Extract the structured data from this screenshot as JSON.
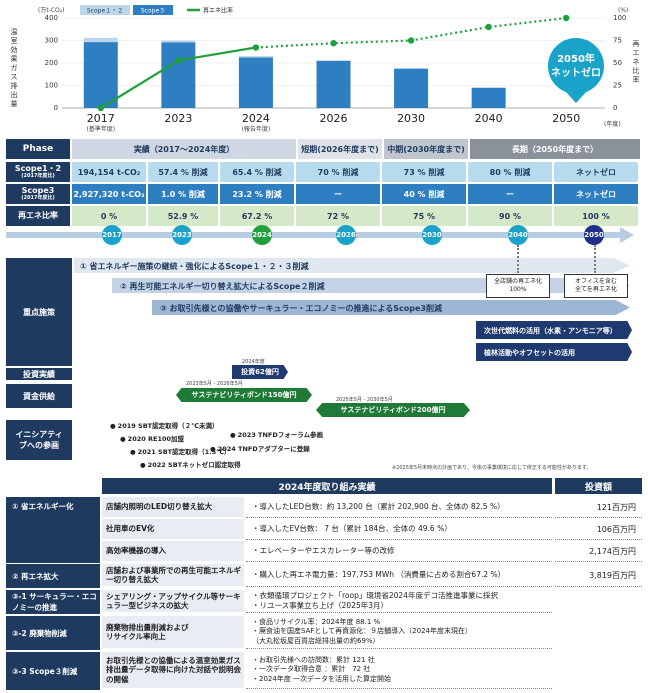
{
  "chart_data": {
    "type": "bar",
    "categories": [
      "2017",
      "2023",
      "2024",
      "2026",
      "2030",
      "2040",
      "2050"
    ],
    "category_sub": [
      "(基準年度)",
      "",
      "(報告年度)",
      "",
      "",
      "",
      ""
    ],
    "x_unit": "(年度)",
    "y_unit_left": "(万t-CO₂)",
    "y_unit_right": "(%)",
    "ylabel_left": "温室効果ガス排出量",
    "ylabel_right": "再エネ比率",
    "ylim": [
      0,
      400
    ],
    "y2lim": [
      0,
      100
    ],
    "yticks": [
      0,
      50,
      100,
      150,
      200,
      250,
      300,
      350,
      400
    ],
    "y2ticks": [
      0,
      25,
      50,
      75,
      100
    ],
    "series": [
      {
        "name": "Scope１・２",
        "values": [
          19,
          8,
          6,
          0,
          0,
          0,
          0
        ],
        "color": "#bcd7ec"
      },
      {
        "name": "Scope３",
        "values": [
          293,
          292,
          225,
          210,
          175,
          90,
          0
        ],
        "color": "#2e7fc1"
      }
    ],
    "line": {
      "name": "再エネ比率",
      "values": [
        0,
        52.9,
        67.2,
        72,
        75,
        90,
        100
      ],
      "color": "#1ea13b",
      "actual_until_index": 2
    },
    "badge": "2050年\nネットゼロ"
  },
  "table": {
    "phase_label": "Phase",
    "phase_actual": "実績（2017〜2024年度）",
    "phase_short": "短期(2026年度まで)",
    "phase_mid": "中期(2030年度まで)",
    "phase_long": "長期（2050年度まで）",
    "rows": [
      {
        "label": "Scope1・2",
        "sub": "(2017年度比)",
        "values": [
          "194,154 t-CO₂",
          "57.4 % 削減",
          "65.4 % 削減",
          "70 % 削減",
          "73 % 削減",
          "80 % 削減",
          "ネットゼロ"
        ]
      },
      {
        "label": "Scope3",
        "sub": "(2017年度比)",
        "values": [
          "2,927,320 t-CO₂",
          "1.0 % 削減",
          "23.2 % 削減",
          "ー",
          "40 % 削減",
          "ー",
          "ネットゼロ"
        ]
      },
      {
        "label": "再エネ比率",
        "sub": "",
        "values": [
          "0 %",
          "52.9 %",
          "67.2 %",
          "72 %",
          "75 %",
          "90 %",
          "100 %"
        ]
      }
    ]
  },
  "timeline": {
    "years": [
      "2017",
      "2023",
      "2024",
      "2026",
      "2030",
      "2040",
      "2050"
    ]
  },
  "measures": {
    "label": "重点施策",
    "bar1": "① 省エネルギー施策の継続・強化によるScope１・２・３削減",
    "bar2": "② 再生可能エネルギー切り替え拡大によるScope２削減",
    "bar3": "③ お取引先様との協働やサーキュラー・エコノミーの推進によるScope3削減",
    "box1": "全店舗の再エネ化\n100%",
    "box2": "オフィスを含む\n全てを再エネ化",
    "dark1": "次世代燃料の活用（水素・アンモニア等）",
    "dark2": "植林活動やオフセットの活用"
  },
  "investment": {
    "label": "投資実績",
    "year_note": "2024年度",
    "box": "投資62億円"
  },
  "funding": {
    "label": "資金供給",
    "bond1_period": "2023年5月 - 2026年5月",
    "bond1": "サステナビリティボンド150億円",
    "bond2_period": "2025年5月 - 2030年5月",
    "bond2": "サステナビリティボンド200億円"
  },
  "initiatives": {
    "label": "イニシアティブへの参画",
    "items": [
      "2019 SBT認定取得（２℃未満）",
      "2020 RE100加盟",
      "2021 SBT認定取得（1.5℃）",
      "2022 SBTネットゼロ認定取得",
      "2023 TNFDフォーラム参画",
      "2024 TNFDアダプターに登録"
    ],
    "footnote": "※2025年5月末時点の計画であり、今後の事業環境に応じて修正する可能性があります。"
  },
  "results": {
    "header": "2024年度取り組み実績",
    "amount_header": "投資額",
    "groups": [
      {
        "cat": "① 省エネルギー化",
        "items": [
          {
            "name": "店舗内照明のLED切り替え拡大",
            "desc": "・導入したLED台数：約 13,200 台（累計 202,900 台、全体の 82.5 %）",
            "amt": "121百万円"
          },
          {
            "name": "社用車のEV化",
            "desc": "・導入したEV台数： 7 台（累計 184台、全体の 49.6 %）",
            "amt": "106百万円"
          },
          {
            "name": "高効率機器の導入",
            "desc": "・エレベーターやエスカレーター等の改修",
            "amt": "2,174百万円"
          }
        ]
      },
      {
        "cat": "② 再エネ拡大",
        "items": [
          {
            "name": "店舗および事業所での再生可能エネルギー切り替え拡大",
            "desc": "・購入した再エネ電力量：197,753 MWh （消費量に占める割合67.2 %）",
            "amt": "3,819百万円"
          }
        ]
      },
      {
        "cat": "③-1 サーキュラー・エコノミーの推進",
        "items": [
          {
            "name": "シェアリング・アップサイクル等サーキュラー型ビジネスの拡大",
            "desc": "・衣類循環プロジェクト「roop」環境省2024年度デコ活推進事業に採択\n・リユース事業立ち上げ（2025年3月）",
            "amt": ""
          }
        ]
      },
      {
        "cat": "③-2 廃棄物削減",
        "items": [
          {
            "name": "廃棄物排出量削減および\nリサイクル率向上",
            "desc": "・食品リサイクル率：2024年度 88.1 %\n・廃食油を国産SAFとして再資源化：９店舗導入（2024年度末現在）\n（大丸松坂屋百貨店総排出量の約69%）",
            "amt": ""
          }
        ]
      },
      {
        "cat": "③-3 Scope３削減",
        "items": [
          {
            "name": "お取引先様との協働による温室効果ガス排出量データ取得に向けた対話や説明会の開催",
            "desc": "・お取引先様への訪問数：累計 121 社\n・一次データ取得合意 ：累計　72 社\n・2024年度 一次データを活用した算定開始",
            "amt": ""
          }
        ]
      }
    ]
  }
}
